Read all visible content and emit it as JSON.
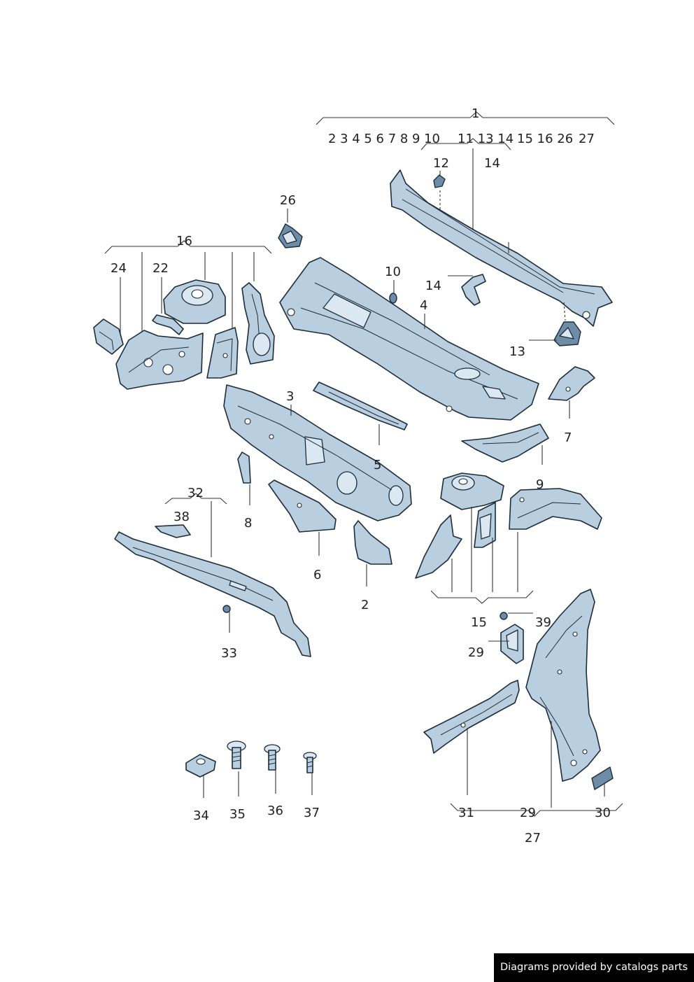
{
  "assembly_codes": [
    "2 3 4 5 6 7 8 9 10",
    "11 13 14",
    "15 16 26",
    "27"
  ],
  "callouts": {
    "c1": "1",
    "c12": "12",
    "c14a": "14",
    "c26": "26",
    "c16": "16",
    "c24": "24",
    "c22": "22",
    "c10": "10",
    "c14b": "14",
    "c4": "4",
    "c13": "13",
    "c3": "3",
    "c7": "7",
    "c5": "5",
    "c9": "9",
    "c32": "32",
    "c38": "38",
    "c8": "8",
    "c6": "6",
    "c2": "2",
    "c15": "15",
    "c39": "39",
    "c29a": "29",
    "c33": "33",
    "c34": "34",
    "c35": "35",
    "c36": "36",
    "c37": "37",
    "c31": "31",
    "c29b": "29",
    "c30": "30",
    "c27": "27"
  },
  "watermark": "Diagrams provided by catalogs parts"
}
